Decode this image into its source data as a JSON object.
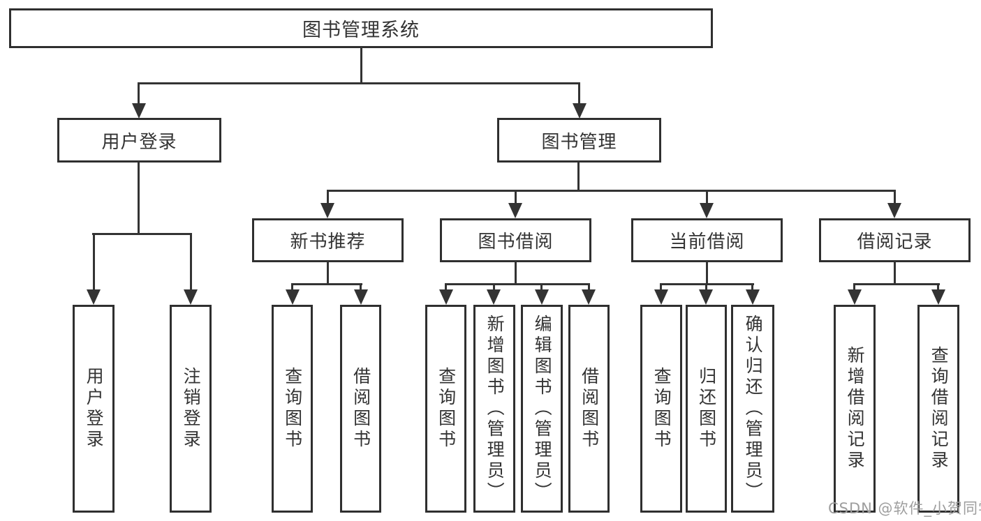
{
  "diagram": {
    "root": "图书管理系统",
    "level2": {
      "user_login": "用户登录",
      "book_mgmt": "图书管理"
    },
    "level3": {
      "new_books": "新书推荐",
      "borrowing": "图书借阅",
      "current": "当前借阅",
      "records": "借阅记录"
    },
    "leaves": {
      "user_login": "用户登录",
      "logout": "注销登录",
      "nb_query": "查询图书",
      "nb_borrow": "借阅图书",
      "bw_query": "查询图书",
      "bw_add": "新增图书（管理员）",
      "bw_edit": "编辑图书（管理员）",
      "bw_borrow": "借阅图书",
      "cur_query": "查询图书",
      "cur_return": "归还图书",
      "cur_confirm": "确认归还（管理员）",
      "rec_add": "新增借阅记录",
      "rec_query": "查询借阅记录"
    }
  },
  "watermark": "CSDN @软件_小贺同学",
  "colors": {
    "box_border": "#2f2f2f",
    "line": "#333333",
    "text": "#333333",
    "watermark": "#9e9e9e",
    "background": "#ffffff"
  }
}
